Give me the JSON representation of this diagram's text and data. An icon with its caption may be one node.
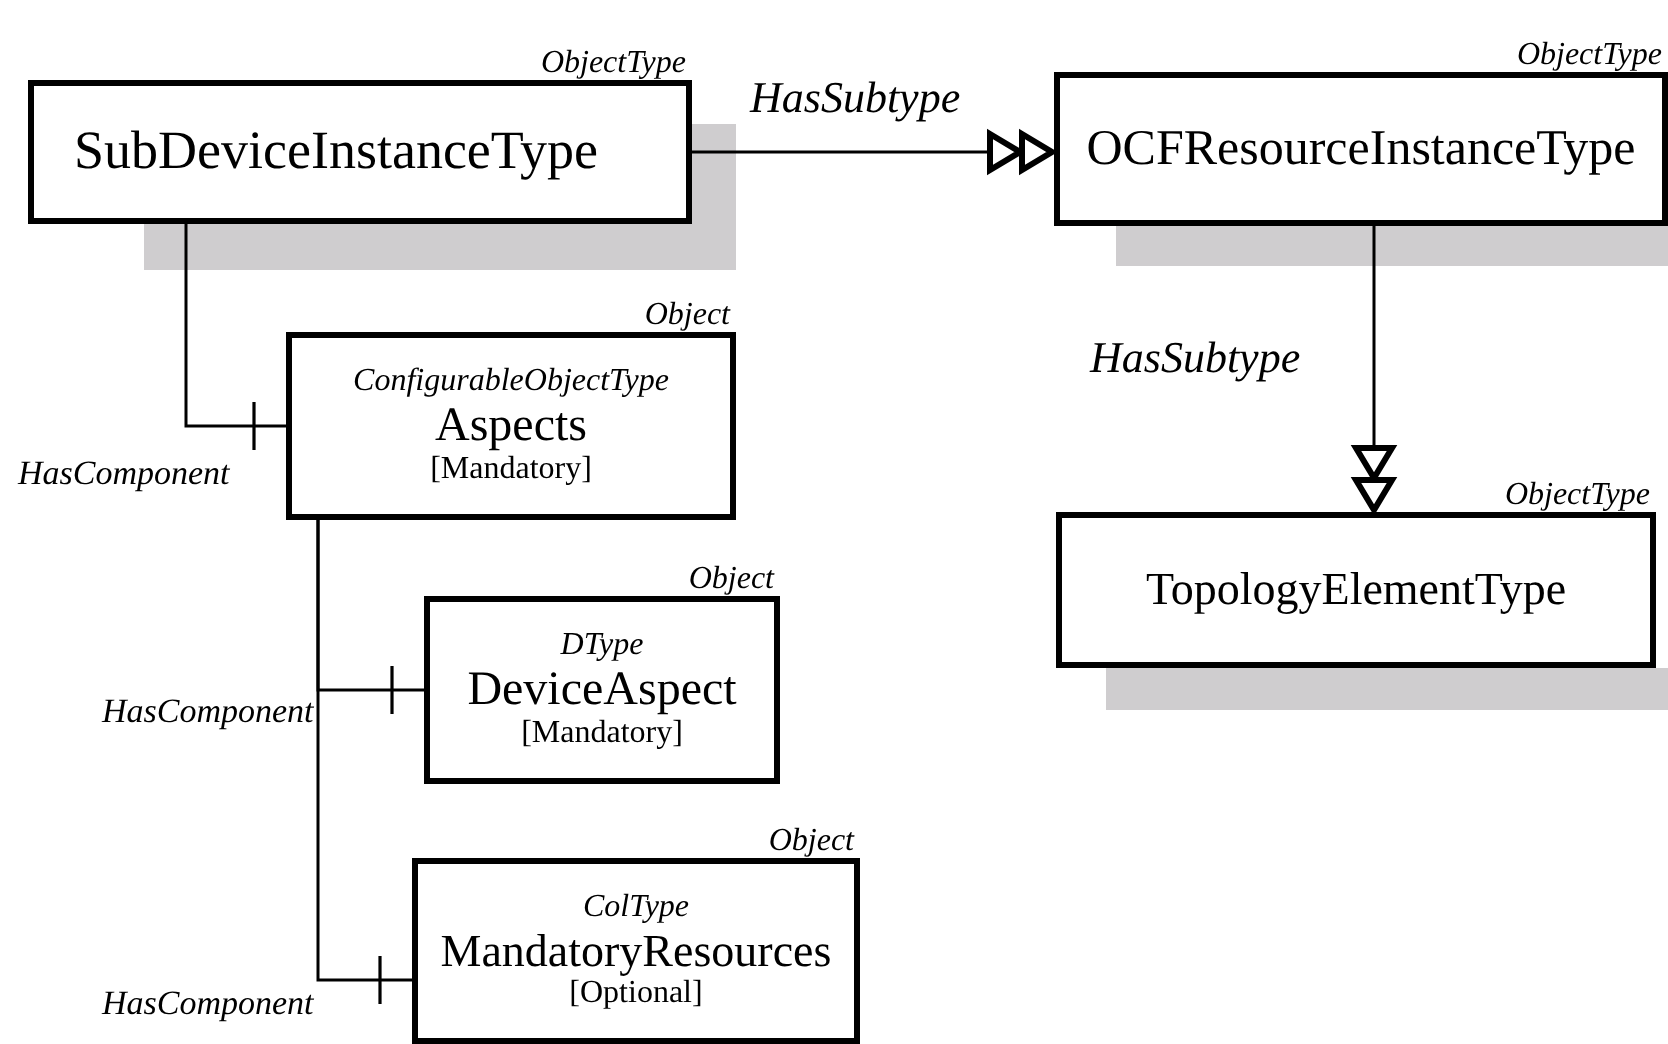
{
  "diagram": {
    "nodes": [
      {
        "text": [
          "ObjectType",
          "SubDeviceInstanceType"
        ]
      },
      {
        "text": [
          "ObjectType",
          "OCFResourceInstanceType"
        ]
      },
      {
        "text": [
          "Object",
          "ConfigurableObjectType",
          "Aspects",
          "[Mandatory]"
        ]
      },
      {
        "text": [
          "ObjectType",
          "TopologyElementType"
        ]
      },
      {
        "text": [
          "Object",
          "DType",
          "DeviceAspect",
          "[Mandatory]"
        ]
      },
      {
        "text": [
          "Object",
          "ColType",
          "MandatoryResources",
          "[Optional]"
        ]
      }
    ],
    "edges": [
      {
        "from": 0,
        "to": 1,
        "arrow": "to",
        "label": "HasSubtype"
      },
      {
        "from": 1,
        "to": 3,
        "arrow": "to",
        "label": "HasSubtype"
      },
      {
        "from": 0,
        "to": 2,
        "arrow": "other",
        "label": "HasComponent"
      },
      {
        "from": 2,
        "to": 4,
        "arrow": "other",
        "label": "HasComponent"
      },
      {
        "from": 2,
        "to": 5,
        "arrow": "other",
        "label": "HasComponent"
      }
    ]
  }
}
